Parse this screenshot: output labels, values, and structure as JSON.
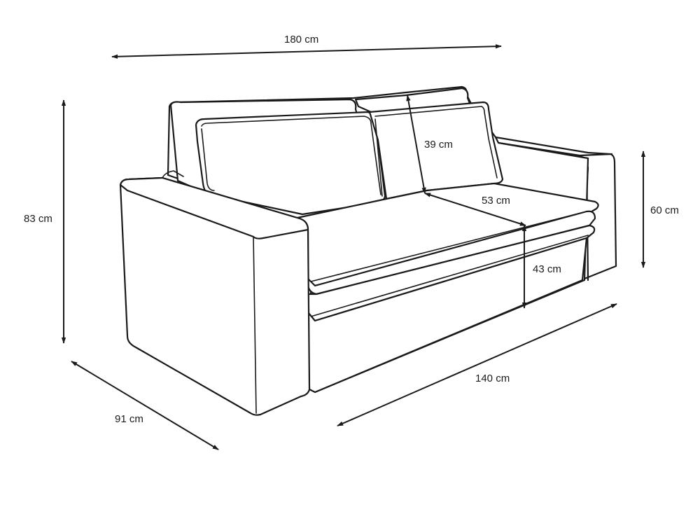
{
  "dimensions": {
    "total_width": "180 cm",
    "total_height": "83 cm",
    "total_depth": "91 cm",
    "seat_width": "140 cm",
    "seat_depth": "53 cm",
    "backrest_height": "39 cm",
    "seat_height": "43 cm",
    "armrest_height": "60 cm"
  },
  "colors": {
    "line": "#1a1a1a",
    "fill": "#ffffff"
  }
}
